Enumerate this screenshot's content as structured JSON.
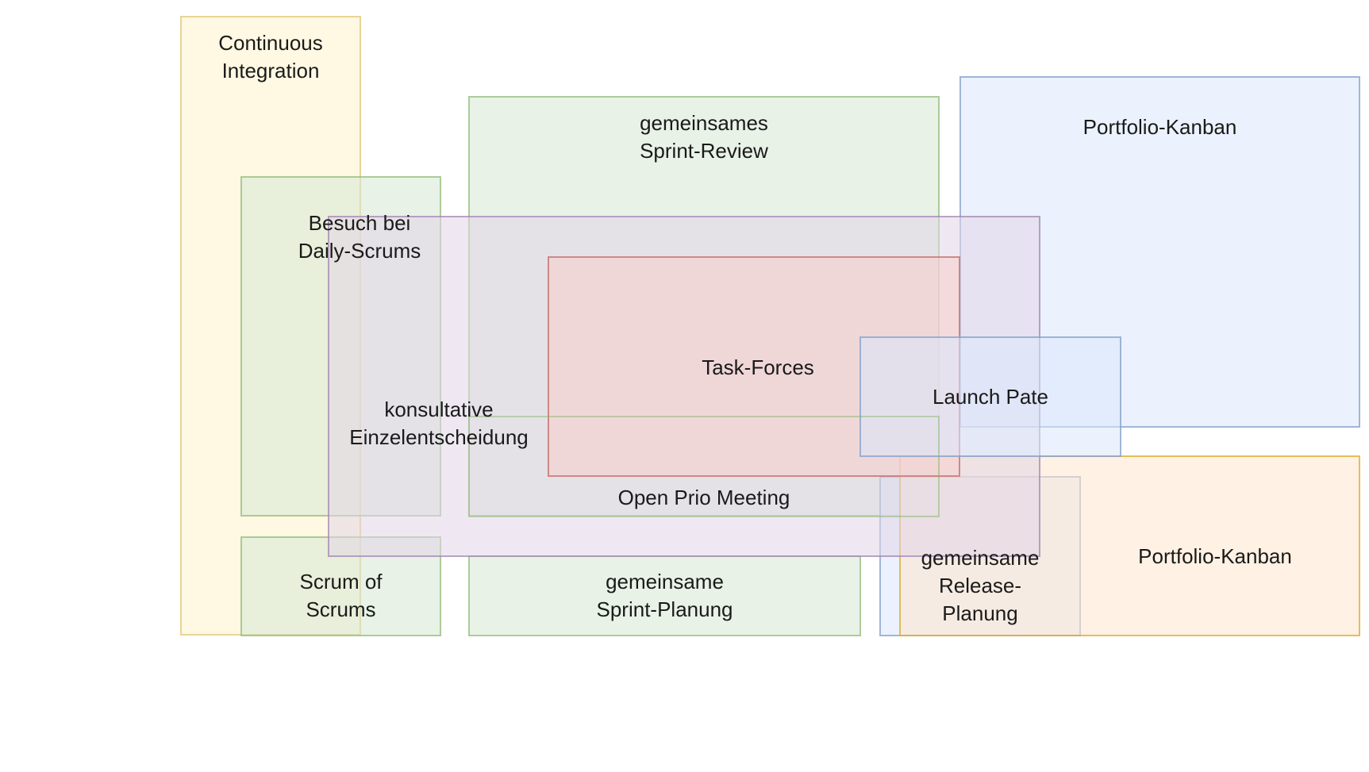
{
  "labels": {
    "continuous_integration": "Continuous\nIntegration",
    "sprint_review": "gemeinsames\nSprint-Review",
    "portfolio_kanban_top": "Portfolio-Kanban",
    "daily_scrums": "Besuch bei\nDaily-Scrums",
    "task_forces": "Task-Forces",
    "launch_pate": "Launch Pate",
    "konsultative": "konsultative\nEinzelentscheidung",
    "open_prio": "Open Prio Meeting",
    "scrum_of_scrums": "Scrum of\nScrums",
    "sprint_planung": "gemeinsame\nSprint-Planung",
    "release_planung": "gemeinsame\nRelease-\nPlanung",
    "portfolio_kanban_bottom": "Portfolio-Kanban"
  }
}
